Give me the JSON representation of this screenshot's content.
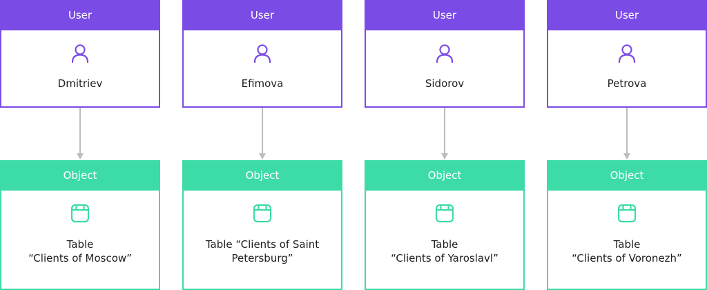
{
  "columns": [
    {
      "user_header": "User",
      "user_name": "Dmitriev",
      "object_header": "Object",
      "object_line1": "Table",
      "object_line2": "“Clients of Moscow”"
    },
    {
      "user_header": "User",
      "user_name": "Efimova",
      "object_header": "Object",
      "object_line1": "Table “Clients of Saint",
      "object_line2": "Petersburg”"
    },
    {
      "user_header": "User",
      "user_name": "Sidorov",
      "object_header": "Object",
      "object_line1": "Table",
      "object_line2": "“Clients of Yaroslavl”"
    },
    {
      "user_header": "User",
      "user_name": "Petrova",
      "object_header": "Object",
      "object_line1": "Table",
      "object_line2": "“Clients of Voronezh”"
    }
  ],
  "colors": {
    "user_accent": "#7b4be6",
    "object_accent": "#3ddba8",
    "connector": "#bdbdbd"
  },
  "icons": {
    "user": "user-icon",
    "object": "table-icon"
  }
}
